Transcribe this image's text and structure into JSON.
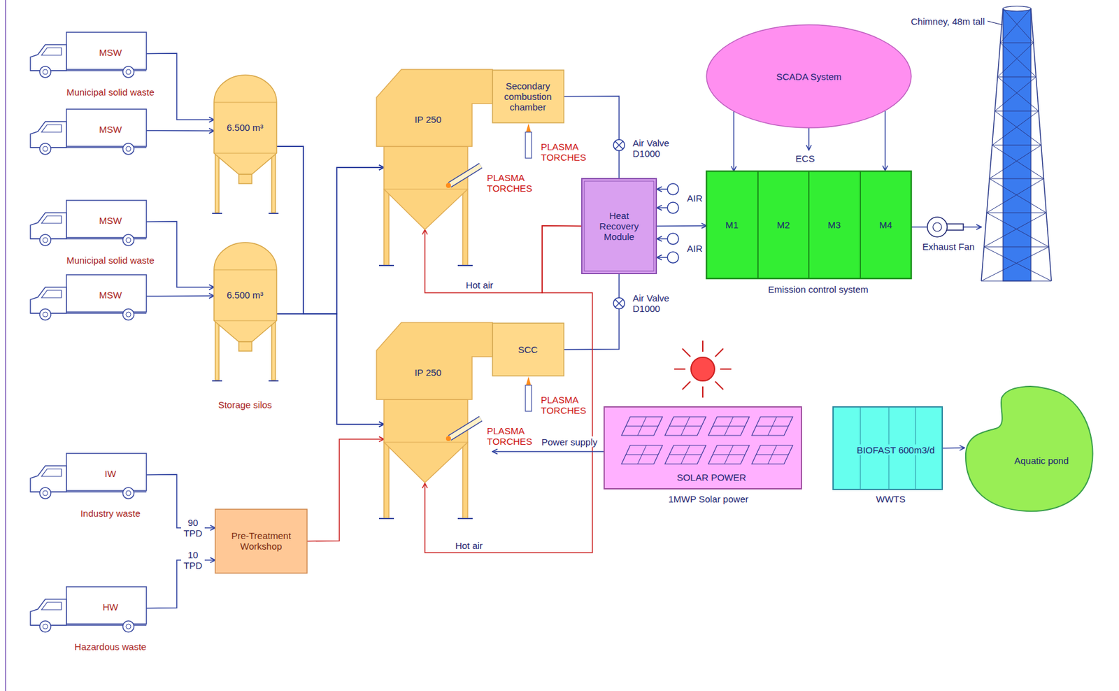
{
  "diagram": {
    "nodes": [
      {
        "text": [
          "MSW",
          "Municipal solid waste"
        ]
      },
      {
        "text": [
          "MSW"
        ]
      },
      {
        "text": [
          "MSW",
          "Municipal solid waste"
        ]
      },
      {
        "text": [
          "MSW"
        ]
      },
      {
        "text": [
          "6.500 m³"
        ]
      },
      {
        "text": [
          "6.500 m³",
          "Storage silos"
        ]
      },
      {
        "text": [
          "IW",
          "Industry waste"
        ]
      },
      {
        "text": [
          "HW",
          "Hazardous waste"
        ]
      },
      {
        "text": [
          "Pre-Treatment Workshop"
        ]
      },
      {
        "text": [
          "IP 250"
        ]
      },
      {
        "text": [
          "Secondary combustion chamber"
        ]
      },
      {
        "text": [
          "IP 250"
        ]
      },
      {
        "text": [
          "SCC"
        ]
      },
      {
        "text": [
          "Heat Recovery Module"
        ]
      },
      {
        "text": [
          "SCADA System"
        ]
      },
      {
        "text": [
          "Emission control system"
        ]
      },
      {
        "text": [
          "M1"
        ],
        "in": 15
      },
      {
        "text": [
          "M2"
        ],
        "in": 15
      },
      {
        "text": [
          "M3"
        ],
        "in": 15
      },
      {
        "text": [
          "M4"
        ],
        "in": 15
      },
      {
        "text": [
          "Exhaust Fan"
        ]
      },
      {
        "text": [
          "Chimney, 48m tall"
        ]
      },
      {
        "text": [
          "SOLAR POWER",
          "1MWP Solar power"
        ]
      },
      {
        "text": [
          "BIOFAST 600m3/d",
          "WWTS"
        ]
      },
      {
        "text": [
          "Aquatic pond"
        ]
      }
    ],
    "edges": [
      {
        "from": 0,
        "to": 4,
        "arrow": "to"
      },
      {
        "from": 1,
        "to": 4,
        "arrow": "to"
      },
      {
        "from": 2,
        "to": 5,
        "arrow": "to"
      },
      {
        "from": 3,
        "to": 5,
        "arrow": "to"
      },
      {
        "from": 4,
        "to": 9,
        "arrow": "to"
      },
      {
        "from": 4,
        "to": 11,
        "arrow": "to"
      },
      {
        "from": 5,
        "to": 9,
        "arrow": "to"
      },
      {
        "from": 5,
        "to": 11,
        "arrow": "to"
      },
      {
        "from": 6,
        "to": 8,
        "label": "90 TPD",
        "arrow": "to"
      },
      {
        "from": 7,
        "to": 8,
        "label": "10 TPD",
        "arrow": "to"
      },
      {
        "from": 8,
        "to": 11,
        "arrow": "to"
      },
      {
        "from": 10,
        "to": 13,
        "arrow": "none"
      },
      {
        "from": 12,
        "to": 13,
        "arrow": "none"
      },
      {
        "from": 13,
        "to": 9,
        "label": "Hot air",
        "arrow": "to"
      },
      {
        "from": 13,
        "to": 11,
        "label": "Hot air",
        "arrow": "to"
      },
      {
        "from": 13,
        "to": 15,
        "arrow": "to"
      },
      {
        "from": 14,
        "to": 15,
        "arrow": "to"
      },
      {
        "from": 15,
        "to": 20,
        "arrow": "none"
      },
      {
        "from": 20,
        "to": 21,
        "arrow": "to"
      },
      {
        "from": 22,
        "to": 11,
        "label": "Power supply",
        "arrow": "to"
      },
      {
        "from": 23,
        "to": 24,
        "arrow": "to"
      }
    ],
    "labels": [
      "PLASMA TORCHES",
      "PLASMA TORCHES",
      "Air Valve D1000",
      "AIR",
      "AIR",
      "Air Valve D1000",
      "ECS",
      "PLASMA TORCHES",
      "PLASMA TORCHES"
    ]
  }
}
